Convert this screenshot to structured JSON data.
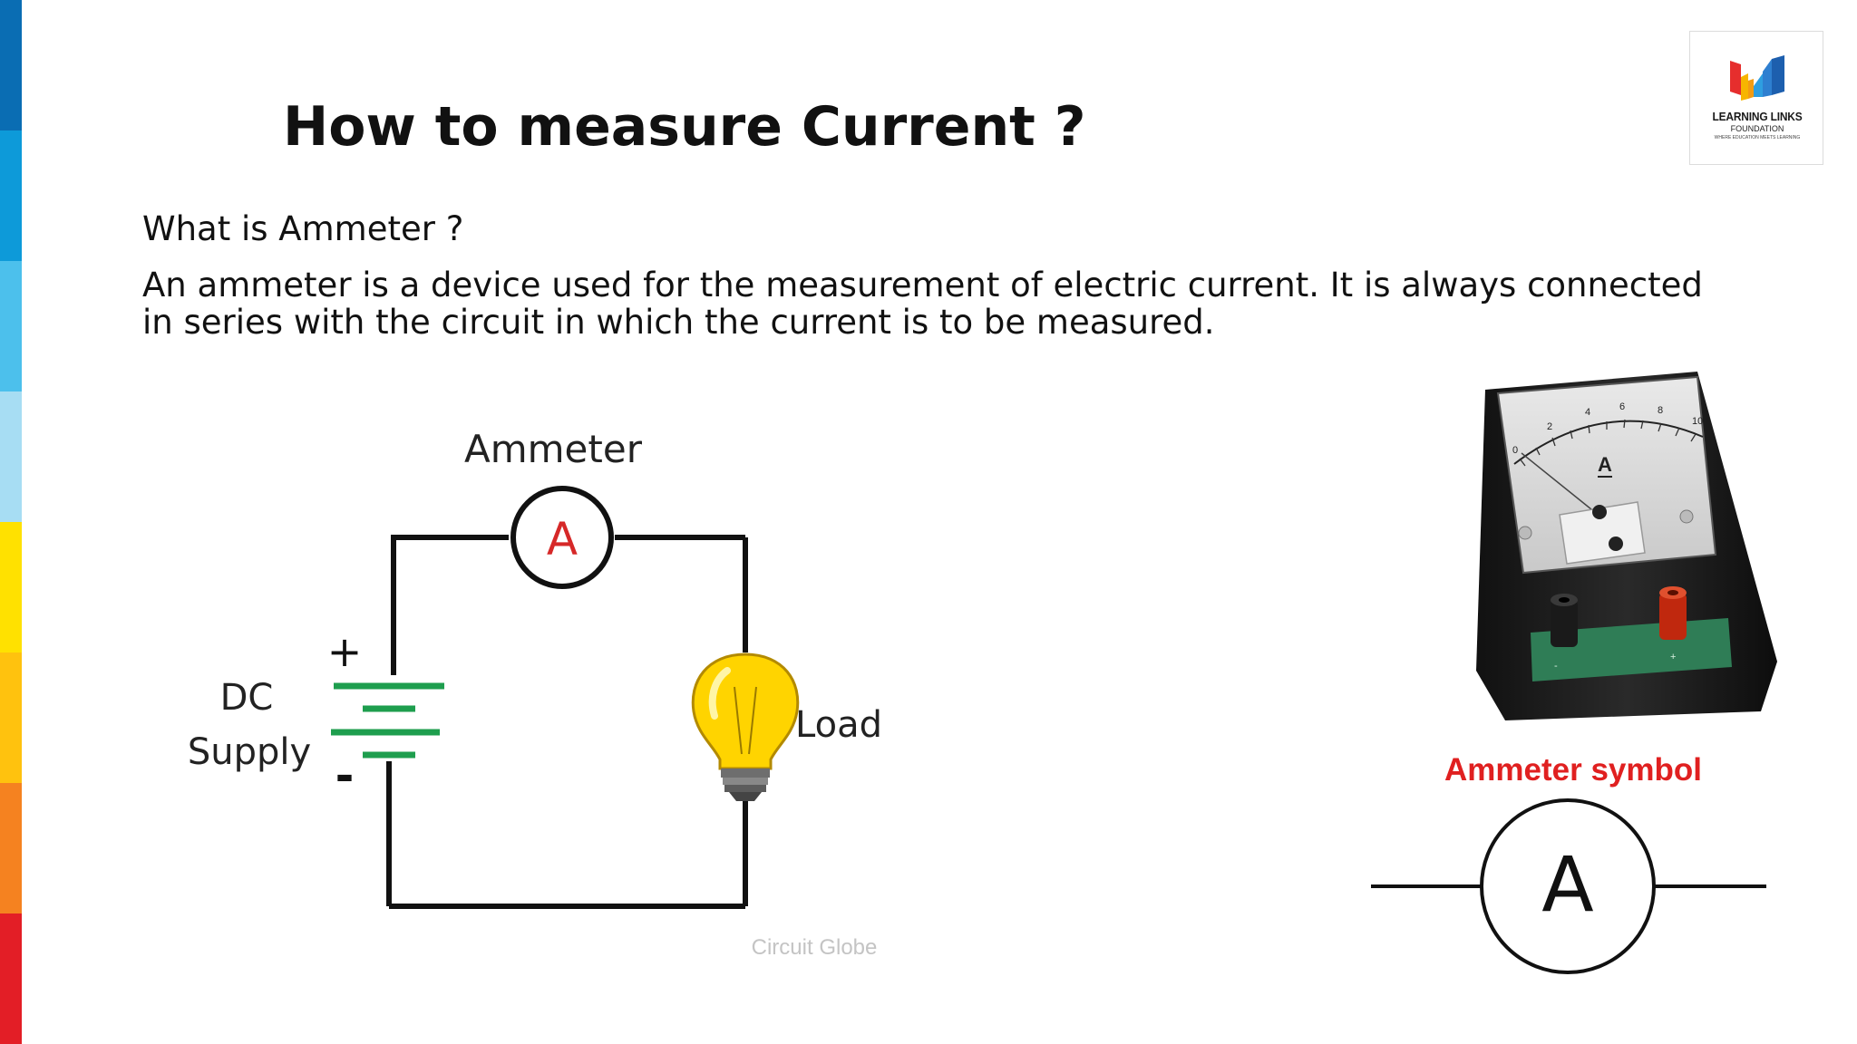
{
  "slide": {
    "title": "How to measure Current ?",
    "question": "What is Ammeter ?",
    "definition": "An ammeter is a device used for the measurement of electric current. It is always connected in series with the circuit in which the current is to be measured."
  },
  "logo": {
    "name": "LEARNING LINKS",
    "sub": "FOUNDATION",
    "tagline": "WHERE EDUCATION MEETS LEARNING",
    "colors": [
      "#e62e2d",
      "#f7b500",
      "#2e9ee0",
      "#1d5fae"
    ]
  },
  "circuit": {
    "ammeter_label": "Ammeter",
    "ammeter_letter": "A",
    "supply_line1": "DC",
    "supply_line2": "Supply",
    "plus": "+",
    "minus": "-",
    "load_label": "Load",
    "watermark": "Circuit Globe"
  },
  "meter": {
    "scale_labels": [
      "0",
      "2",
      "4",
      "6",
      "8",
      "10"
    ],
    "unit": "A",
    "terminal_minus": "-",
    "terminal_plus": "+"
  },
  "symbol": {
    "label": "Ammeter symbol",
    "letter": "A"
  },
  "theme": {
    "stripe_colors": [
      "#0a6db3",
      "#0d9ad9",
      "#4cc0ec",
      "#a7ddf3",
      "#ffe100",
      "#ffc20e",
      "#f58220",
      "#e31e26"
    ]
  }
}
